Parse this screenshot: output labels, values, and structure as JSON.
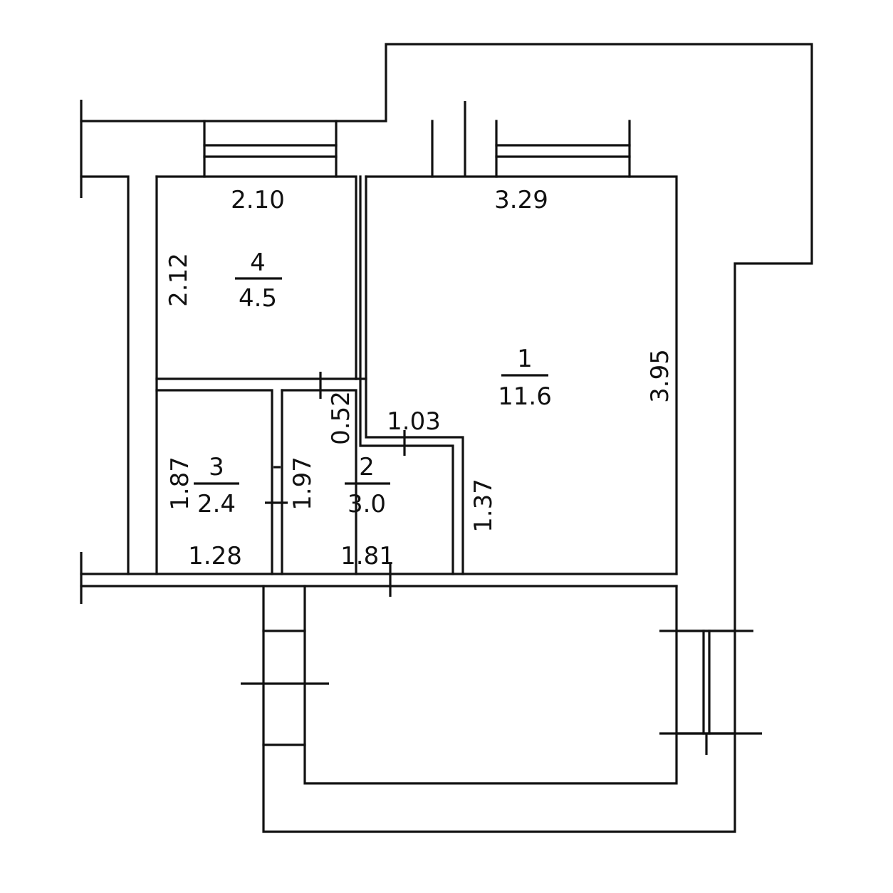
{
  "rooms": [
    {
      "number": "4",
      "area": "4.5"
    },
    {
      "number": "1",
      "area": "11.6"
    },
    {
      "number": "3",
      "area": "2.4"
    },
    {
      "number": "2",
      "area": "3.0"
    }
  ],
  "dimensions": {
    "room4_width": "2.10",
    "room4_height": "2.12",
    "room1_width": "3.29",
    "room1_height": "3.95",
    "room1_notch_width": "1.03",
    "room1_notch_height": "1.37",
    "hall_opening": "0.52",
    "room3_height": "1.87",
    "room3_width": "1.28",
    "room2_height": "1.97",
    "room2_width": "1.81"
  }
}
